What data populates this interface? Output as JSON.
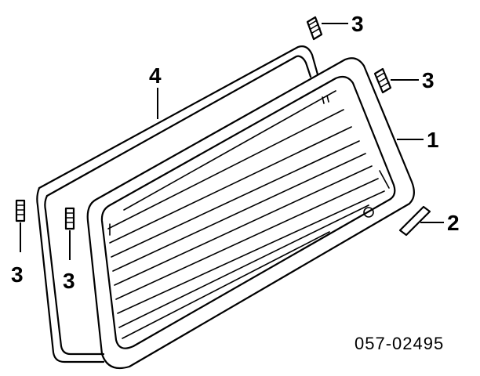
{
  "callouts": {
    "c1": "1",
    "c2": "2",
    "c3_top": "3",
    "c3_right": "3",
    "c3_left_a": "3",
    "c3_left_b": "3",
    "c4": "4"
  },
  "diagram_code": "057-02495",
  "colors": {
    "line": "#000000",
    "background": "#ffffff"
  }
}
